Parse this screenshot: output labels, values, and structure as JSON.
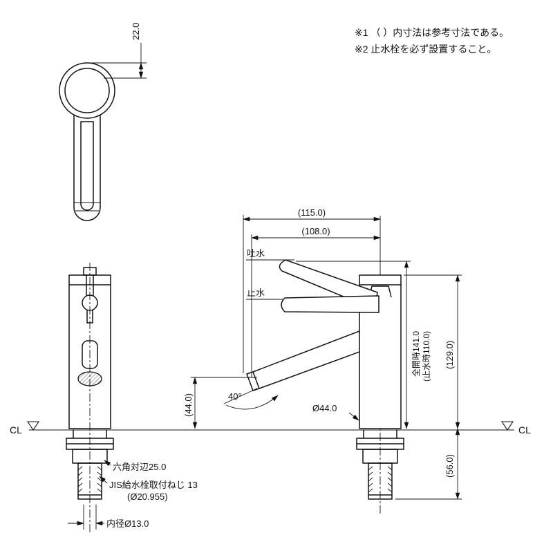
{
  "notes": {
    "note1": "※1 （ ）内寸法は参考寸法である。",
    "note2": "※2 止水栓を必ず設置すること。"
  },
  "top_view": {
    "dim_handle_width": "22.0"
  },
  "centerline": {
    "left": "CL",
    "right": "CL"
  },
  "front_view": {
    "hex_label": "六角対辺25.0",
    "thread_label": "JIS給水栓取付ねじ 13",
    "thread_dia": "(Ø20.955)",
    "inner_dia_label": "内径Ø13.0"
  },
  "side_view": {
    "dim_overall_reach": "(115.0)",
    "dim_spout_reach": "(108.0)",
    "label_discharge": "吐水",
    "label_stop": "止水",
    "dim_spout_height": "(44.0)",
    "angle_label": "40°",
    "body_diameter": "Ø44.0",
    "dim_height_open": "全開時141.0",
    "dim_height_stop": "(止水時110.0)",
    "dim_body_height": "(129.0)",
    "dim_below_counter": "(56.0)"
  }
}
